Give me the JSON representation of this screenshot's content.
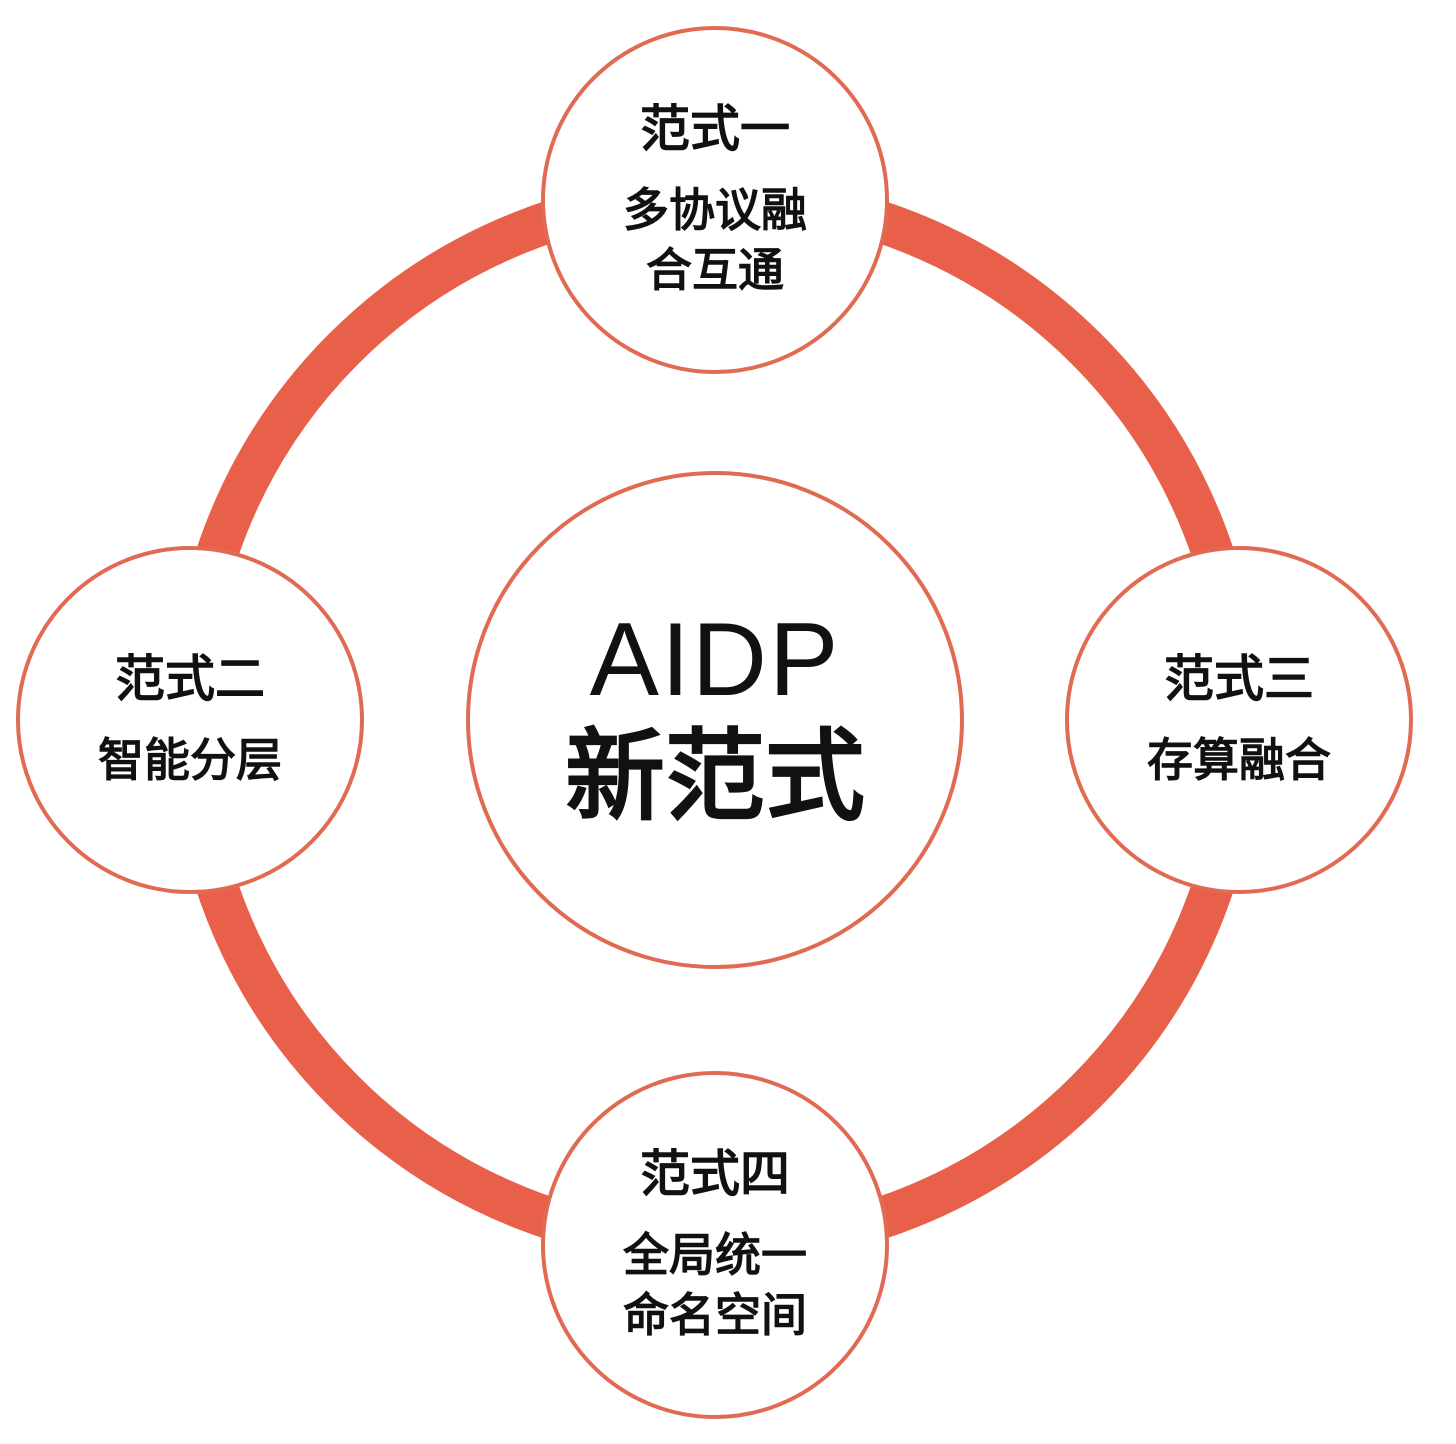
{
  "colors": {
    "ring": "#E8604A",
    "circle_stroke": "#E06A52",
    "text": "#111111"
  },
  "center": {
    "line1": "AIDP",
    "line2": "新范式"
  },
  "paradigms": [
    {
      "title": "范式一",
      "desc": "多协议融合互通"
    },
    {
      "title": "范式二",
      "desc": "智能分层"
    },
    {
      "title": "范式三",
      "desc": "存算融合"
    },
    {
      "title": "范式四",
      "desc": "全局统一命名空间"
    }
  ]
}
